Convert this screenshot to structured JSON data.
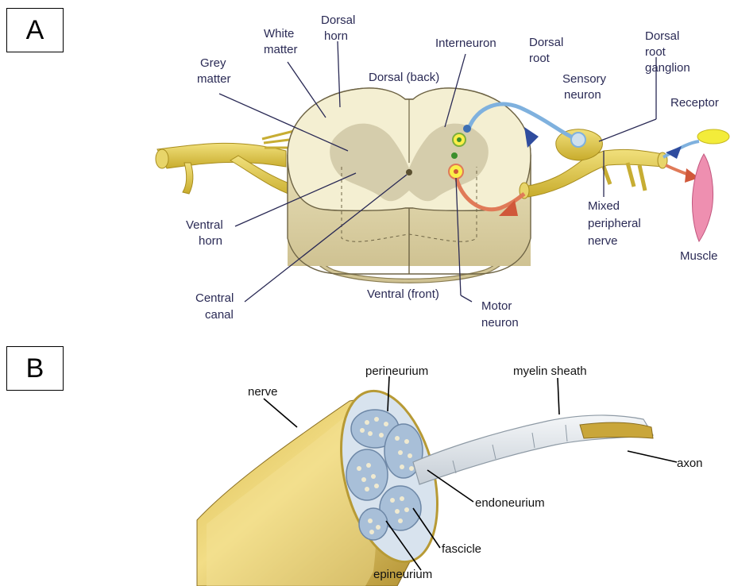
{
  "panels": [
    {
      "letter": "A"
    },
    {
      "letter": "B"
    }
  ],
  "spinal_cord_labels": {
    "dorsal_horn": [
      "Dorsal",
      "horn"
    ],
    "white_matter": [
      "White",
      "matter"
    ],
    "grey_matter": [
      "Grey",
      "matter"
    ],
    "interneuron": [
      "Interneuron"
    ],
    "dorsal_root": [
      "Dorsal",
      "root"
    ],
    "sensory_neuron": [
      "Sensory",
      "neuron"
    ],
    "dorsal_root_ganglion": [
      "Dorsal",
      "root",
      "ganglion"
    ],
    "receptor": [
      "Receptor"
    ],
    "dorsal_back": [
      "Dorsal (back)"
    ],
    "mixed_peripheral_nerve": [
      "Mixed",
      "peripheral",
      "nerve"
    ],
    "muscle": [
      "Muscle"
    ],
    "ventral_horn": [
      "Ventral",
      "horn"
    ],
    "central_canal": [
      "Central",
      "canal"
    ],
    "ventral_front": [
      "Ventral (front)"
    ],
    "motor_neuron": [
      "Motor",
      "neuron"
    ]
  },
  "nerve_labels": {
    "nerve": "nerve",
    "perineurium": "perineurium",
    "myelin_sheath": "myelin sheath",
    "axon": "axon",
    "endoneurium": "endoneurium",
    "fascicle": "fascicle",
    "epineurium": "epineurium"
  },
  "colors": {
    "cord_fill": "#f4efd2",
    "grey_matter": "#c9c1a1",
    "nerve_yellow": "#e3cf5a",
    "sensory_blue": "#7fb1de",
    "motor_orange": "#e07a58",
    "muscle_pink": "#ee8fb0",
    "label_navy": "#2a2a55",
    "fascicle_blue": "#aec3dc"
  }
}
